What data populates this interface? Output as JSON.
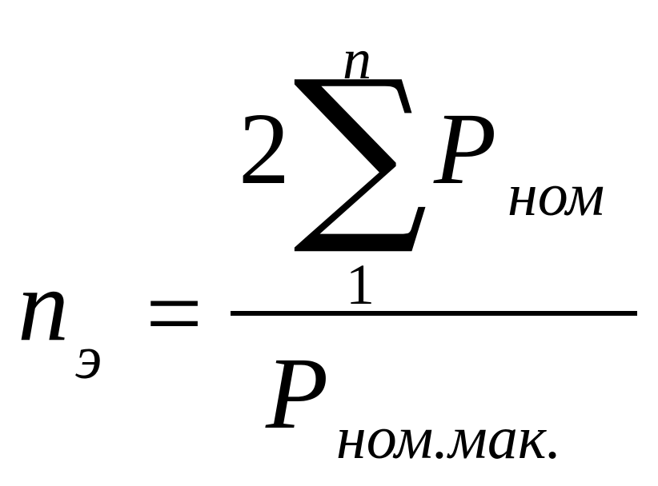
{
  "formula": {
    "lhs": {
      "symbol": "n",
      "subscript": "э",
      "equals": "="
    },
    "numerator": {
      "coefficient": "2",
      "operator": "∑",
      "upper_limit": "n",
      "lower_limit": "1",
      "symbol": "P",
      "subscript": "ном"
    },
    "denominator": {
      "symbol": "P",
      "subscript": "ном.мак."
    }
  }
}
